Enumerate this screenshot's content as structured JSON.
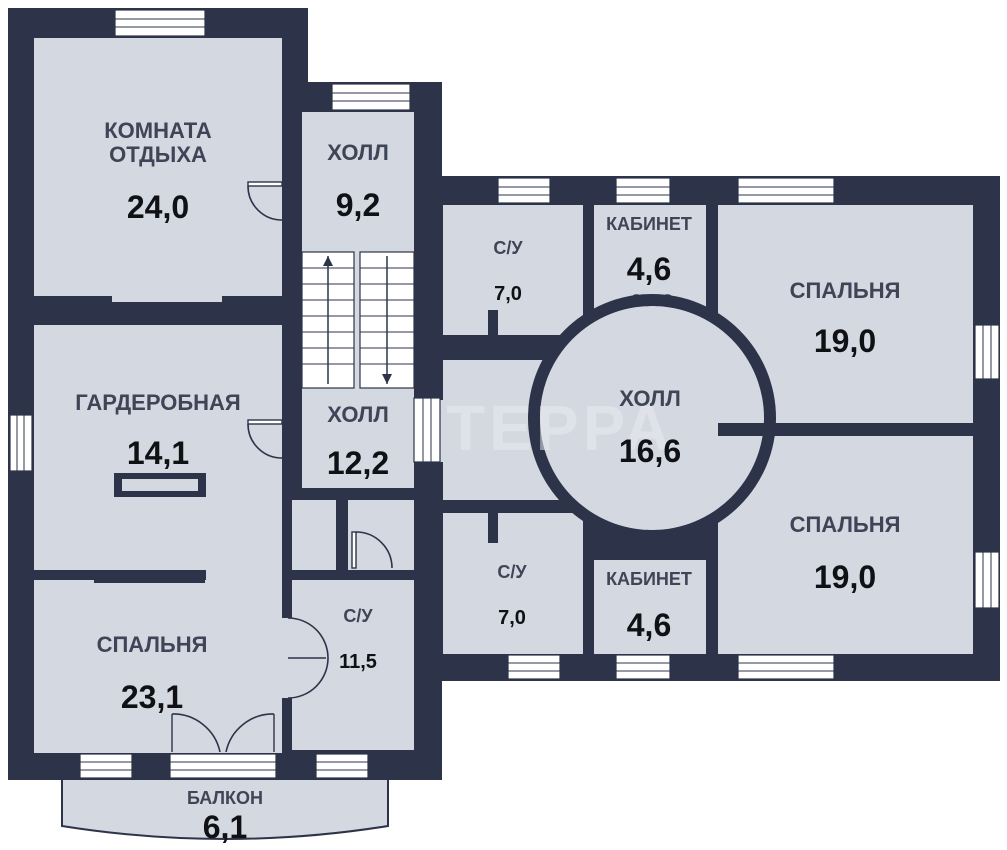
{
  "watermark": "ТЕРРА",
  "rooms": {
    "rest": {
      "name_line1": "КОМНАТА",
      "name_line2": "ОТДЫХА",
      "area": "24,0"
    },
    "hall_top": {
      "name": "ХОЛЛ",
      "area": "9,2"
    },
    "hall_mid": {
      "name": "ХОЛЛ",
      "area": "12,2"
    },
    "wardrobe": {
      "name": "ГАРДЕРОБНАЯ",
      "area": "14,1"
    },
    "bedroom_sw": {
      "name": "СПАЛЬНЯ",
      "area": "23,1"
    },
    "wc_left": {
      "name": "С/У",
      "area": "11,5"
    },
    "balcony": {
      "name": "БАЛКОН",
      "area": "6,1"
    },
    "wc_ne": {
      "name": "С/У",
      "area": "7,0"
    },
    "wc_se": {
      "name": "С/У",
      "area": "7,0"
    },
    "study_n": {
      "name": "КАБИНЕТ",
      "area": "4,6"
    },
    "study_s": {
      "name": "КАБИНЕТ",
      "area": "4,6"
    },
    "hall_round": {
      "name": "ХОЛЛ",
      "area": "16,6"
    },
    "bedroom_ne": {
      "name": "СПАЛЬНЯ",
      "area": "19,0"
    },
    "bedroom_se": {
      "name": "СПАЛЬНЯ",
      "area": "19,0"
    }
  },
  "colors": {
    "wall": "#2d344a",
    "floor": "#d4d8e0",
    "label": "#3e4557",
    "area": "#0f1115"
  }
}
